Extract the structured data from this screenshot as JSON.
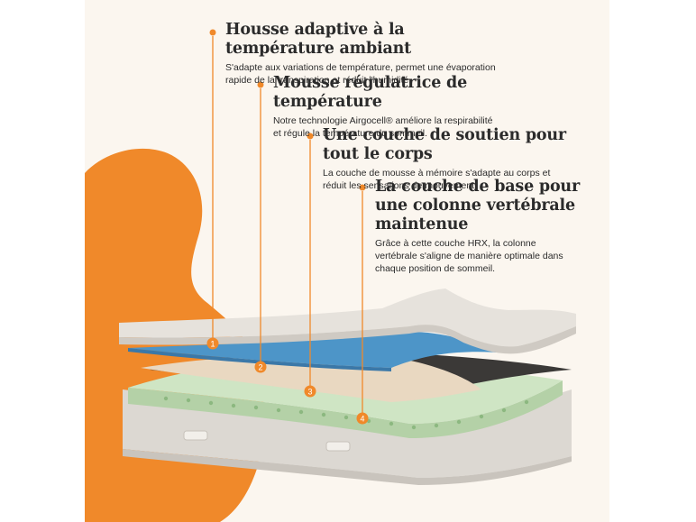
{
  "features": [
    {
      "number": "1",
      "title": "Housse adaptive à la température ambiant",
      "description": "S'adapte aux variations de température, permet une évaporation rapide de la transpiration et réduit l'humidité."
    },
    {
      "number": "2",
      "title": "Mousse régulatrice de température",
      "description": "Notre technologie Airgocell® améliore la respirabilité et régule la température du sommeil."
    },
    {
      "number": "3",
      "title": "Une couche de soutien pour tout le corps",
      "description": "La couche de mousse à mémoire s'adapte au corps et réduit les sensations de mouvement."
    },
    {
      "number": "4",
      "title": "La couche de base pour une colonne vertébrale maintenue",
      "description": "Grâce à cette couche HRX, la colonne vertébrale s'aligne de manière optimale dans chaque position de sommeil."
    }
  ],
  "colors": {
    "accent": "#f0892a",
    "background": "#fbf6ef",
    "cover": "#e6e2dc",
    "blue_foam": "#4d95c8",
    "dark_layer": "#3b3937",
    "beige_layer": "#e9d8c1",
    "green_layer": "#bfd9b4"
  }
}
